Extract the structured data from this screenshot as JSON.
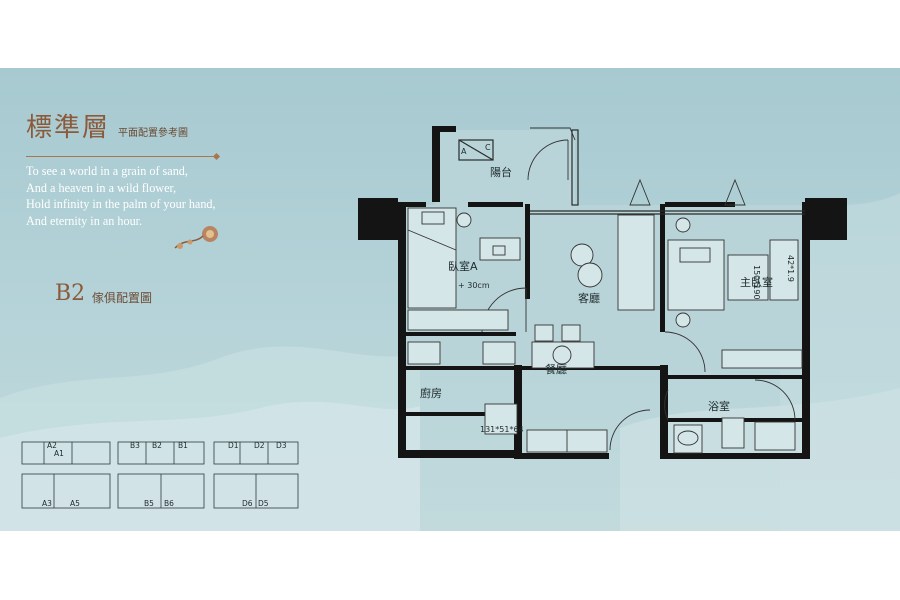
{
  "heading": {
    "title": "標準層",
    "subtitle": "平面配置參考圖"
  },
  "poem": [
    "To see a world in a grain of sand,",
    "And a heaven in a wild flower,",
    "Hold infinity in the palm of your hand,",
    "And eternity in an hour."
  ],
  "unit": {
    "code": "B2",
    "label": "傢俱配置圖"
  },
  "key_plan": {
    "labels": [
      "A2",
      "A1",
      "B3",
      "B2",
      "B1",
      "D1",
      "D2",
      "D3",
      "A3",
      "A5",
      "B5",
      "B6",
      "D6",
      "D5"
    ]
  },
  "rooms": {
    "balcony": "陽台",
    "bedroom_a": "臥室A",
    "living": "客廳",
    "master": "主臥室",
    "kitchen": "廚房",
    "dining": "餐廳",
    "bath": "浴室"
  },
  "annotations": {
    "balcony_a": "A",
    "balcony_c": "C",
    "bed_a_dim": "+ 30cm",
    "master_bed_dim": "150*190",
    "master_side_dim": "42*1.9",
    "fridge_dim": "131*51*64"
  },
  "colors": {
    "wall": "#141414",
    "accent": "#8b5a3a",
    "background": "#b3d2d8"
  }
}
